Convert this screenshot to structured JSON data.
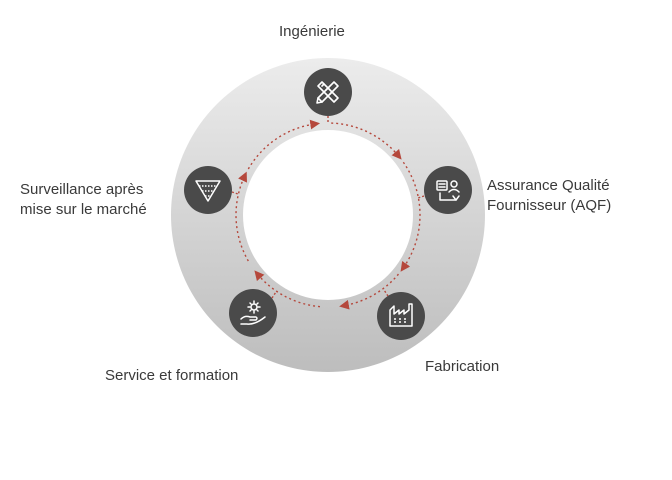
{
  "diagram": {
    "ring_color_light": "#ececec",
    "ring_color_dark": "#bdbdbd",
    "node_color": "#4a4a4a",
    "arrow_color": "#b5483c",
    "stages": [
      {
        "id": "engineering",
        "label_lines": [
          "Ingénierie"
        ],
        "icon": "pencil-ruler-cross-icon"
      },
      {
        "id": "supplier-quality",
        "label_lines": [
          "Assurance Qualité",
          "Fournisseur (AQF)"
        ],
        "icon": "supplier-quality-icon"
      },
      {
        "id": "manufacturing",
        "label_lines": [
          "Fabrication"
        ],
        "icon": "factory-icon"
      },
      {
        "id": "service-training",
        "label_lines": [
          "Service et formation"
        ],
        "icon": "hand-gear-icon"
      },
      {
        "id": "post-market-surveillance",
        "label_lines": [
          "Surveillance après",
          "mise sur le marché"
        ],
        "icon": "funnel-icon"
      }
    ]
  }
}
